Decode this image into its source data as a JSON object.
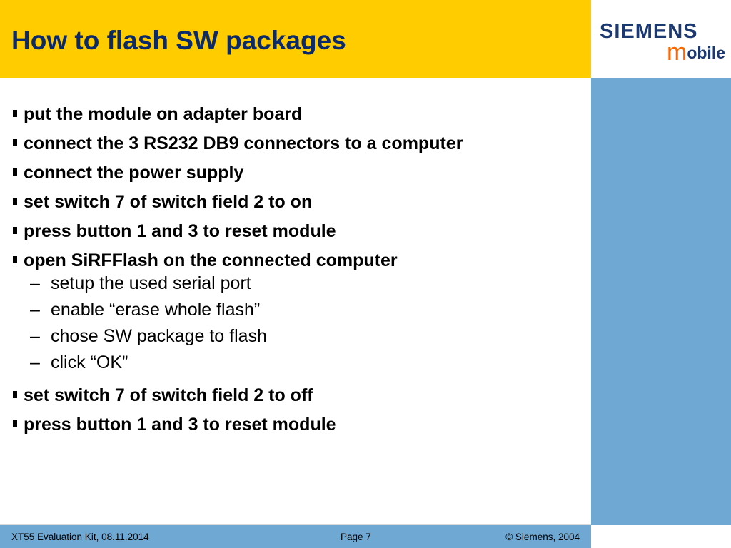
{
  "title": "How to flash SW packages",
  "logo": {
    "brand": "SIEMENS",
    "m": "m",
    "rest": "obile"
  },
  "bullets_top": [
    "put the module on adapter board",
    "connect the 3 RS232 DB9 connectors to a computer",
    "connect the power supply",
    "set switch 7 of switch field 2 to on",
    "press button 1 and 3 to reset module",
    "open SiRFFlash on the connected computer"
  ],
  "sub_bullets": [
    "setup the used serial port",
    "enable “erase whole flash”",
    "chose SW package to flash",
    "click “OK”"
  ],
  "bullets_bottom": [
    "set switch 7 of switch field 2 to off",
    "press button 1 and 3 to reset module"
  ],
  "footer": {
    "left": "XT55 Evaluation Kit, 08.11.2014",
    "page": "Page 7",
    "copyright": "© Siemens, 2004"
  },
  "colors": {
    "title_bar": "#ffcc00",
    "title_text": "#0a2a6b",
    "side_panel": "#6fa8d3",
    "logo_text": "#1b3870",
    "logo_accent": "#ff6600"
  }
}
